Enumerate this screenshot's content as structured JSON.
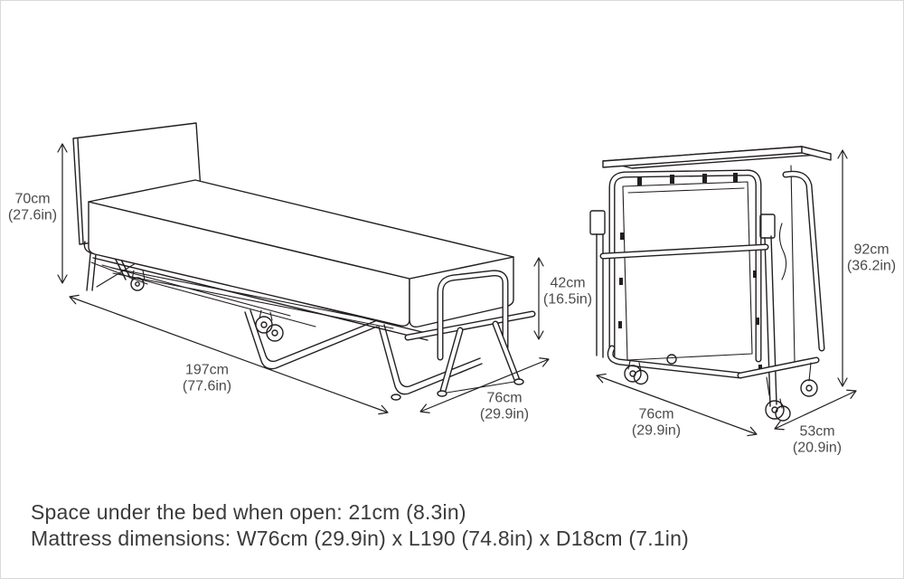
{
  "page": {
    "colors": {
      "background": "#ffffff",
      "border": "#d9d9d9",
      "line": "#231f20",
      "label_text": "#4b4b4b",
      "note_text": "#3b3b3b"
    }
  },
  "diagram": {
    "subject": "folding guest bed shown open and folded",
    "open_bed": {
      "labels": {
        "height": {
          "cm": "70cm",
          "in": "(27.6in)"
        },
        "length": {
          "cm": "197cm",
          "in": "(77.6in)"
        },
        "frame_height": {
          "cm": "42cm",
          "in": "(16.5in)"
        },
        "width": {
          "cm": "76cm",
          "in": "(29.9in)"
        }
      }
    },
    "folded_bed": {
      "labels": {
        "width": {
          "cm": "76cm",
          "in": "(29.9in)"
        },
        "depth": {
          "cm": "53cm",
          "in": "(20.9in)"
        },
        "height": {
          "cm": "92cm",
          "in": "(36.2in)"
        }
      }
    },
    "notes": {
      "line1": "Space under the bed when open: 21cm (8.3in)",
      "line2": "Mattress dimensions: W76cm (29.9in) x L190 (74.8in) x D18cm (7.1in)"
    }
  }
}
